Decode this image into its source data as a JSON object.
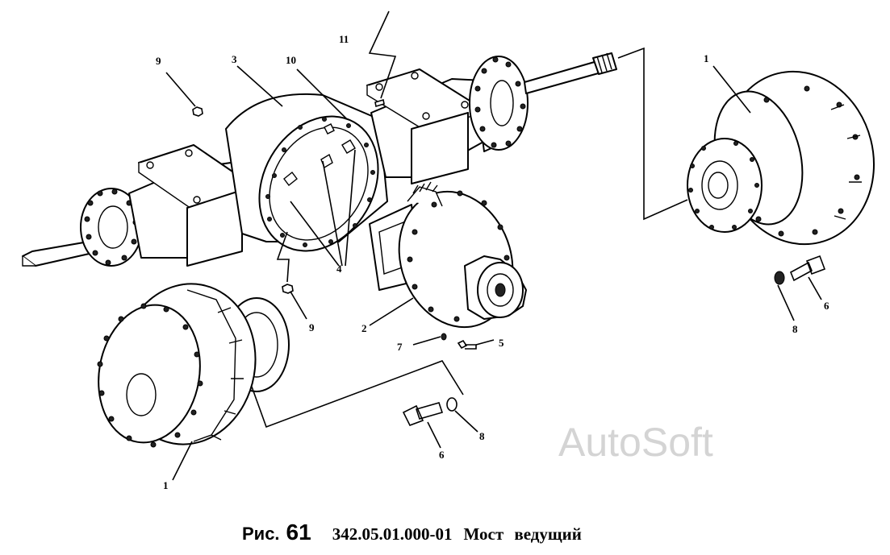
{
  "watermark": "AutoSoft",
  "caption": {
    "figure_label": "Рис.",
    "figure_number": "61",
    "part_code": "342.05.01.000-01",
    "title": "Мост ведущий"
  },
  "callouts": {
    "c1_right": "1",
    "c1_left": "1",
    "c2": "2",
    "c3": "3",
    "c4": "4",
    "c5": "5",
    "c6_right": "6",
    "c6_bottom": "6",
    "c7": "7",
    "c8_right": "8",
    "c8_bottom": "8",
    "c9_top": "9",
    "c9_mid": "9",
    "c10": "10",
    "c11": "11"
  }
}
